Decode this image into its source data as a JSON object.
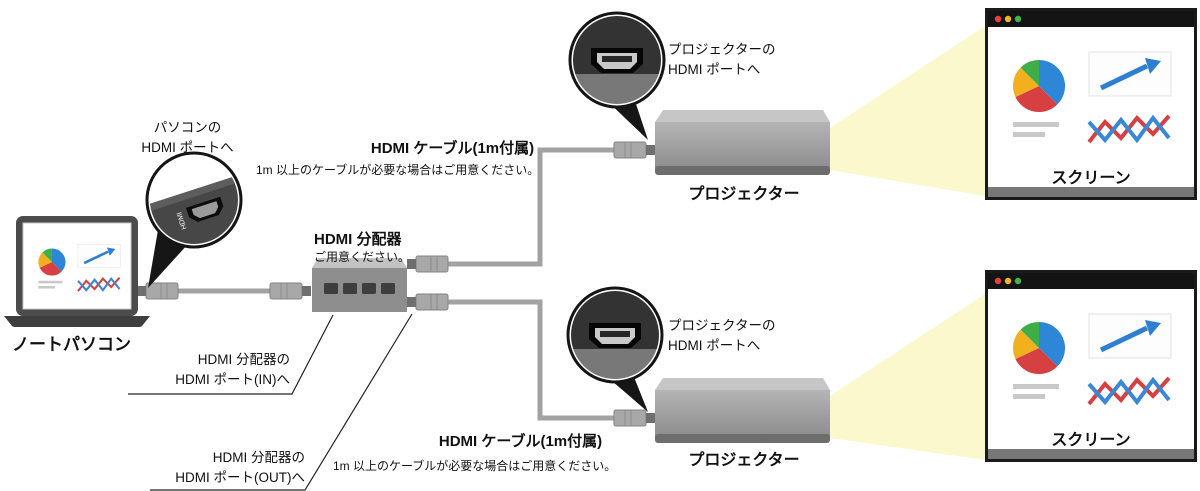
{
  "labels": {
    "laptop": "ノートパソコン",
    "laptop_callout_1": "パソコンの",
    "laptop_callout_2": "HDMI ポートへ",
    "laptop_port": "HDMI",
    "splitter_title": "HDMI 分配器",
    "splitter_note": "ご用意ください。",
    "splitter_in_1": "HDMI 分配器の",
    "splitter_in_2": "HDMI ポート(IN)へ",
    "splitter_out_1": "HDMI 分配器の",
    "splitter_out_2": "HDMI ポート(OUT)へ",
    "cable_top_title": "HDMI ケーブル(1m付属)",
    "cable_top_note": "1m 以上のケーブルが必要な場合はご用意ください。",
    "cable_bottom_title": "HDMI ケーブル(1m付属)",
    "cable_bottom_note": "1m 以上のケーブルが必要な場合はご用意ください。",
    "projector_top": "プロジェクター",
    "projector_bottom": "プロジェクター",
    "projector_callout_top_1": "プロジェクターの",
    "projector_callout_top_2": "HDMI ポートへ",
    "projector_callout_bottom_1": "プロジェクターの",
    "projector_callout_bottom_2": "HDMI ポートへ",
    "screen_top": "スクリーン",
    "screen_bottom": "スクリーン"
  },
  "colors": {
    "beam": "#FBF8CD",
    "cable": "#a2a2a2",
    "leader_line": "#222222",
    "pie_blue": "#2e86d7",
    "pie_red": "#d64040",
    "pie_yellow": "#f2b01e",
    "pie_green": "#3fae4a",
    "arrow_blue": "#2f7fd0",
    "zigzag_red": "#d64040",
    "zigzag_blue": "#3a87d6",
    "dot_red": "#e84040",
    "dot_yellow": "#f5b326",
    "dot_green": "#43b34a"
  }
}
